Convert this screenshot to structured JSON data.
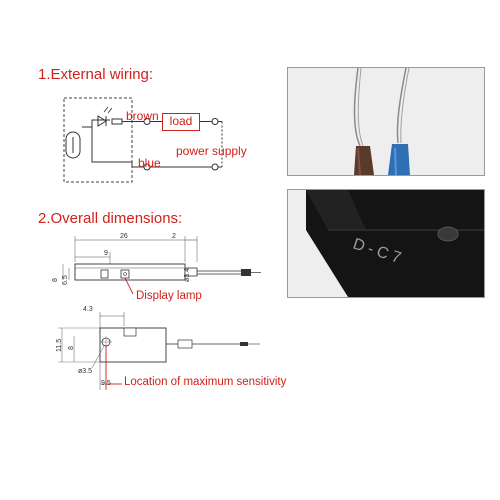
{
  "section1": {
    "heading": "1.External wiring:",
    "labels": {
      "brown": "brown",
      "load": "load",
      "power_supply": "power supply",
      "blue": "blue"
    }
  },
  "section2": {
    "heading": "2.Overall dimensions:",
    "side_view": {
      "dim_26": "26",
      "dim_2": "2",
      "dim_9": "9",
      "dim_8": "8",
      "dim_6_5": "6.5",
      "dim_phi_3_4": "ø3.4"
    },
    "display_lamp": "Display lamp",
    "front_view": {
      "dim_4_3": "4.3",
      "dim_11_5": "11.5",
      "dim_8": "8",
      "dim_phi_3_5": "ø3.5",
      "dim_9_5": "9.5"
    },
    "sensitivity_label": "Location of maximum sensitivity"
  },
  "photos": {
    "top": {
      "subject": "brown and blue wires",
      "wire_colors": [
        "#5a3a2a",
        "#2f6fb3"
      ]
    },
    "bottom": {
      "marking": "D-C7"
    }
  },
  "colors": {
    "accent": "#d0211c",
    "photo_bg": "#eeeeee",
    "sensor_body": "#141414"
  }
}
